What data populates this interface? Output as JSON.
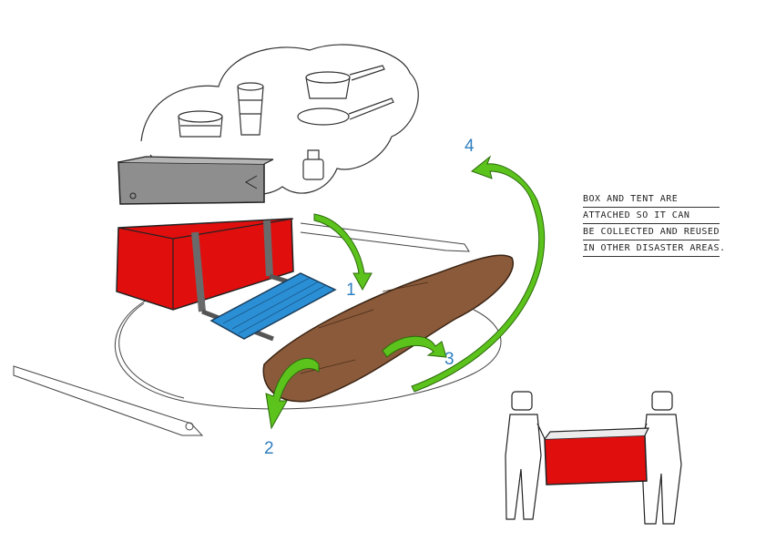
{
  "steps": [
    {
      "label": "1"
    },
    {
      "label": "2"
    },
    {
      "label": "3"
    },
    {
      "label": "4"
    }
  ],
  "note": {
    "lines": [
      "Box and tent are",
      "attached so it can",
      "be collected and reused",
      "in other disaster areas."
    ]
  },
  "colors": {
    "box_red": "#e10e0e",
    "lid_gray": "#8e8e8e",
    "mat_blue": "#2b8fd6",
    "tent_brown": "#8a5a3a",
    "arrow_green": "#5cc21c",
    "label_blue": "#2f7fc1"
  }
}
